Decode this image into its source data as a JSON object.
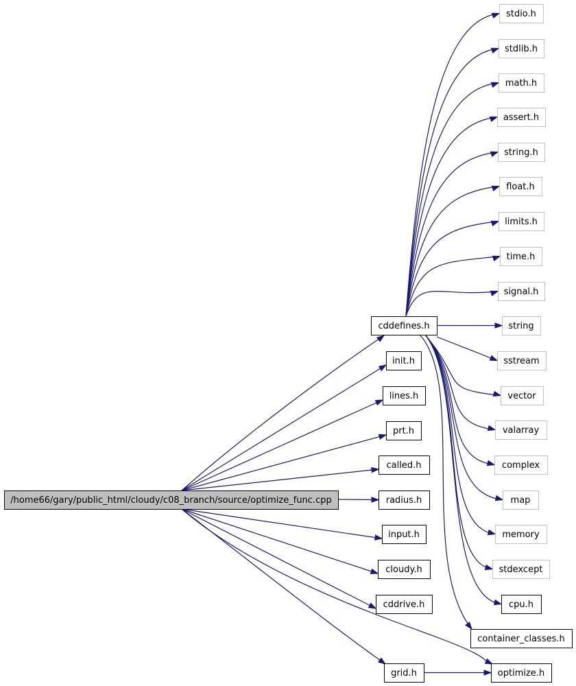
{
  "colors": {
    "edge": "#191970",
    "root_fill": "#bfbfbf",
    "local_border": "#000000",
    "system_border": "#bfbfbf",
    "label": "#000000",
    "background": "#ffffff"
  },
  "graph": {
    "root": {
      "id": "root",
      "label": "/home66/gary/public_html/cloudy/c08_branch/source/optimize_func.cpp",
      "kind": "root"
    },
    "nodes": [
      {
        "id": "stdio",
        "label": "stdio.h",
        "kind": "system"
      },
      {
        "id": "stdlib",
        "label": "stdlib.h",
        "kind": "system"
      },
      {
        "id": "math",
        "label": "math.h",
        "kind": "system"
      },
      {
        "id": "assert",
        "label": "assert.h",
        "kind": "system"
      },
      {
        "id": "string_h",
        "label": "string.h",
        "kind": "system"
      },
      {
        "id": "float",
        "label": "float.h",
        "kind": "system"
      },
      {
        "id": "limits",
        "label": "limits.h",
        "kind": "system"
      },
      {
        "id": "time",
        "label": "time.h",
        "kind": "system"
      },
      {
        "id": "signal",
        "label": "signal.h",
        "kind": "system"
      },
      {
        "id": "cddefines",
        "label": "cddefines.h",
        "kind": "local"
      },
      {
        "id": "string",
        "label": "string",
        "kind": "system"
      },
      {
        "id": "sstream",
        "label": "sstream",
        "kind": "system"
      },
      {
        "id": "init",
        "label": "init.h",
        "kind": "local"
      },
      {
        "id": "vector",
        "label": "vector",
        "kind": "system"
      },
      {
        "id": "lines",
        "label": "lines.h",
        "kind": "local"
      },
      {
        "id": "valarray",
        "label": "valarray",
        "kind": "system"
      },
      {
        "id": "prt",
        "label": "prt.h",
        "kind": "local"
      },
      {
        "id": "complex",
        "label": "complex",
        "kind": "system"
      },
      {
        "id": "called",
        "label": "called.h",
        "kind": "local"
      },
      {
        "id": "radius",
        "label": "radius.h",
        "kind": "local"
      },
      {
        "id": "map",
        "label": "map",
        "kind": "system"
      },
      {
        "id": "input",
        "label": "input.h",
        "kind": "local"
      },
      {
        "id": "memory",
        "label": "memory",
        "kind": "system"
      },
      {
        "id": "cloudy",
        "label": "cloudy.h",
        "kind": "local"
      },
      {
        "id": "stdexcept",
        "label": "stdexcept",
        "kind": "system"
      },
      {
        "id": "cddrive",
        "label": "cddrive.h",
        "kind": "local"
      },
      {
        "id": "cpu",
        "label": "cpu.h",
        "kind": "local"
      },
      {
        "id": "container",
        "label": "container_classes.h",
        "kind": "local"
      },
      {
        "id": "grid",
        "label": "grid.h",
        "kind": "local"
      },
      {
        "id": "optimize",
        "label": "optimize.h",
        "kind": "local"
      }
    ],
    "edges": [
      [
        "root",
        "cddefines"
      ],
      [
        "root",
        "init"
      ],
      [
        "root",
        "lines"
      ],
      [
        "root",
        "prt"
      ],
      [
        "root",
        "called"
      ],
      [
        "root",
        "radius"
      ],
      [
        "root",
        "input"
      ],
      [
        "root",
        "cloudy"
      ],
      [
        "root",
        "cddrive"
      ],
      [
        "root",
        "grid"
      ],
      [
        "root",
        "optimize"
      ],
      [
        "cddefines",
        "stdio"
      ],
      [
        "cddefines",
        "stdlib"
      ],
      [
        "cddefines",
        "math"
      ],
      [
        "cddefines",
        "assert"
      ],
      [
        "cddefines",
        "string_h"
      ],
      [
        "cddefines",
        "float"
      ],
      [
        "cddefines",
        "limits"
      ],
      [
        "cddefines",
        "time"
      ],
      [
        "cddefines",
        "signal"
      ],
      [
        "cddefines",
        "string"
      ],
      [
        "cddefines",
        "sstream"
      ],
      [
        "cddefines",
        "vector"
      ],
      [
        "cddefines",
        "valarray"
      ],
      [
        "cddefines",
        "complex"
      ],
      [
        "cddefines",
        "map"
      ],
      [
        "cddefines",
        "memory"
      ],
      [
        "cddefines",
        "stdexcept"
      ],
      [
        "cddefines",
        "cpu"
      ],
      [
        "cddefines",
        "container"
      ],
      [
        "grid",
        "optimize"
      ]
    ]
  }
}
